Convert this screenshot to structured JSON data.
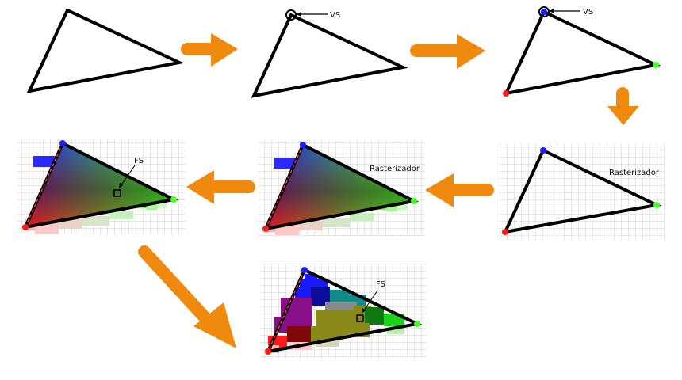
{
  "labels": {
    "vertex_shader": "VS",
    "rasterizer": "Rasterizador",
    "fragment_shader": "FS"
  },
  "colors": {
    "arrow": "#f08a0e",
    "outline": "#000000",
    "grid": "#cfcfcf",
    "vertex_red": "#ff1a1a",
    "vertex_green": "#44ff22",
    "vertex_blue": "#1a1aff"
  },
  "stages": [
    "triangle",
    "triangle-vs",
    "triangle-vs-colored",
    "rasterizer-grid",
    "rasterizer-interpolated",
    "fragment-interpolated",
    "fragment-shaded"
  ]
}
